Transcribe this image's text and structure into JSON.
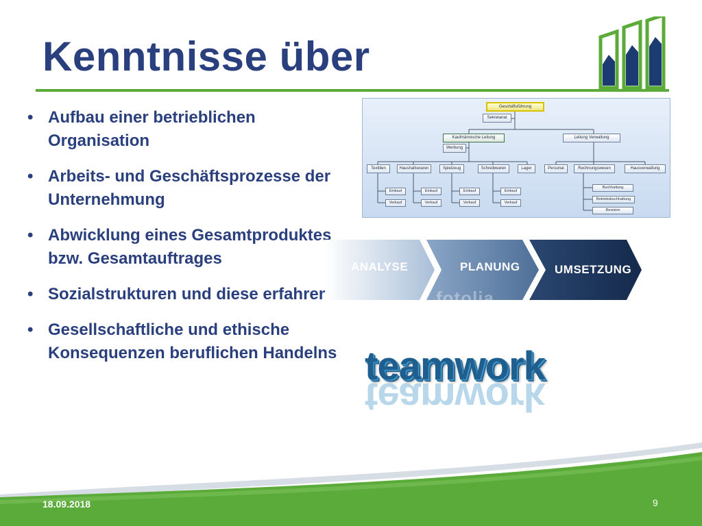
{
  "slide": {
    "title": "Kenntnisse über",
    "bullets": [
      "Aufbau einer betrieblichen Organisation",
      "Arbeits- und Geschäftsprozesse der Unternehmung",
      "Abwicklung eines Gesamtproduktes bzw. Gesamtauftrages",
      "Sozialstrukturen und diese erfahren",
      "Gesellschaftliche und ethische Konsequenzen beruflichen Handelns"
    ],
    "bullet_glyph": "•"
  },
  "org_chart": {
    "top": "Geschäftsführung",
    "secretary": "Sekretariat",
    "level2": [
      "Kaufmännische Leitung",
      "Leitung Verwaltung"
    ],
    "advertising": "Werbung",
    "departments": [
      "Textilien",
      "Haushaltswaren",
      "Spielzeug",
      "Schreibwaren",
      "Lager",
      "Personal",
      "Rechnungswesen",
      "Hausverwaltung"
    ],
    "purchase": "Einkauf",
    "sales": "Verkauf",
    "accounting_units": [
      "Buchhaltung",
      "Betriebsbuchhaltung",
      "Revision"
    ]
  },
  "process": {
    "steps": [
      "ANALYSE",
      "PLANUNG",
      "UMSETZUNG"
    ],
    "watermark": "fotolia"
  },
  "teamwork_image": {
    "text": "teamwork"
  },
  "footer": {
    "date": "18.09.2018",
    "page": "9"
  },
  "colors": {
    "title": "#2a3f7e",
    "accent_green": "#5bab3a",
    "logo_navy": "#1d3b73"
  },
  "icons": {
    "logo": "bar-chart-logo"
  }
}
